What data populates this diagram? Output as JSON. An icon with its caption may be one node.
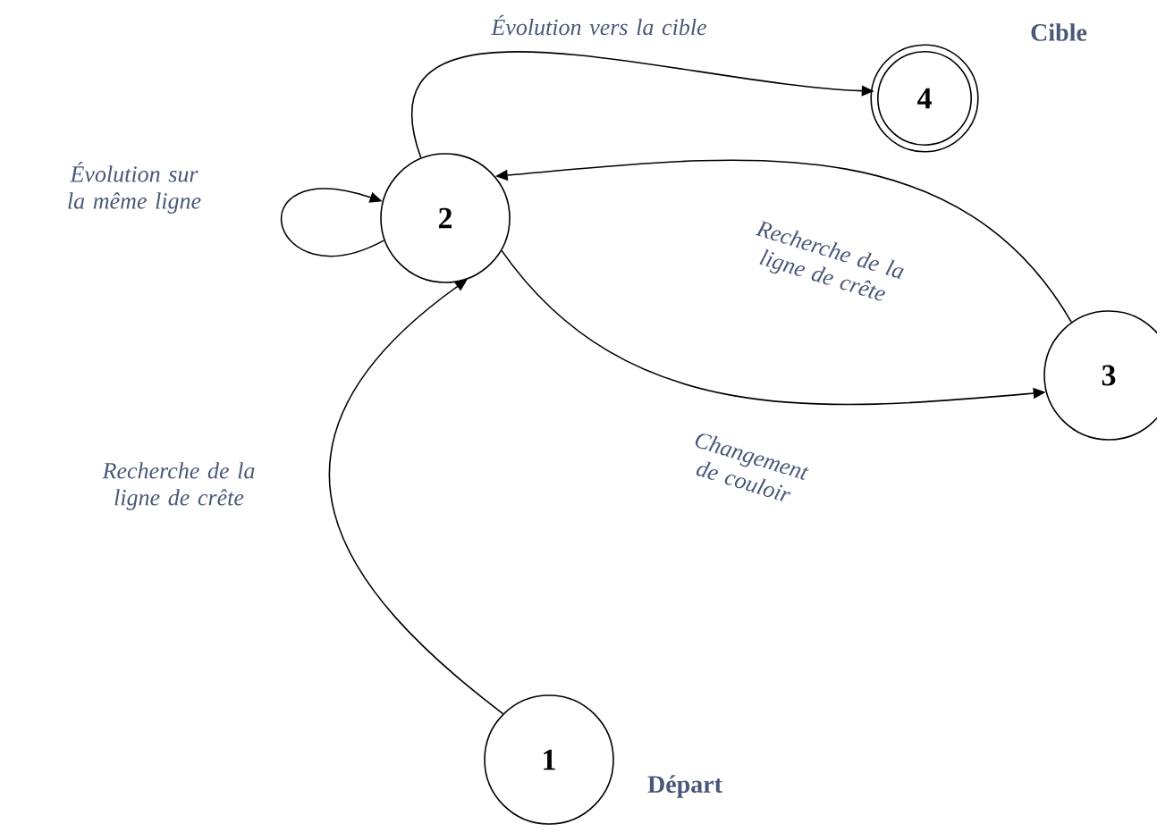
{
  "diagram": {
    "nodes": [
      {
        "text": [
          "4"
        ],
        "beside": [
          "Cible"
        ]
      },
      {
        "text": [
          "2"
        ]
      },
      {
        "text": [
          "3"
        ]
      },
      {
        "text": [
          "1"
        ],
        "beside": [
          "Départ"
        ]
      }
    ],
    "edges": [
      {
        "from": 3,
        "to": 1,
        "arrow": "to",
        "label": "Recherche de la ligne de crête"
      },
      {
        "from": 1,
        "to": 1,
        "arrow": "to",
        "label": "Évolution sur la même ligne"
      },
      {
        "from": 1,
        "to": 0,
        "arrow": "to",
        "label": "Évolution vers la cible"
      },
      {
        "from": 2,
        "to": 1,
        "arrow": "to",
        "label": "Recherche de la ligne de crête"
      },
      {
        "from": 1,
        "to": 2,
        "arrow": "to",
        "label": "Changement de couloir"
      }
    ]
  }
}
